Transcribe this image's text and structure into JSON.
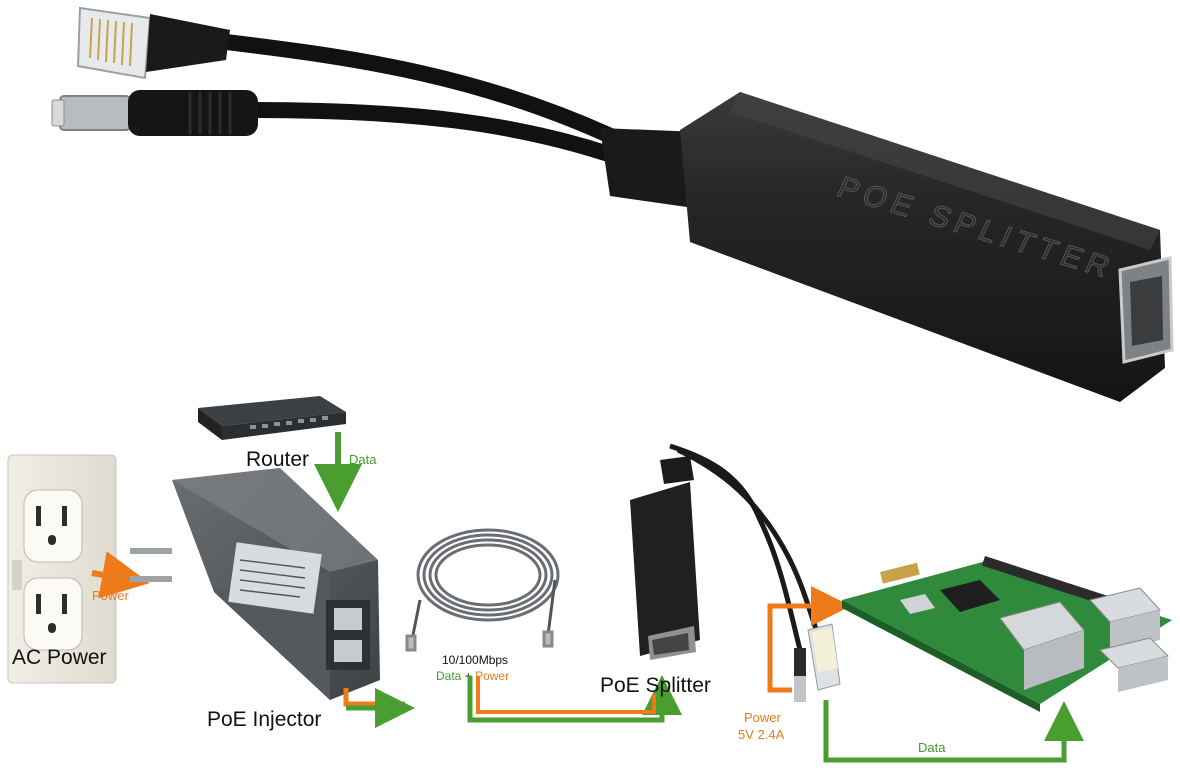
{
  "product": {
    "embossed_text": "POE SPLITTER",
    "color_body": "#1e1e1e"
  },
  "labels": {
    "router": "Router",
    "router_data": "Data",
    "ac_power": "AC Power",
    "power_arrow": "Power",
    "injector": "PoE Injector",
    "cable_speed": "10/100Mbps",
    "cable_data": "Data",
    "cable_plus": "+",
    "cable_power": "Power",
    "splitter": "PoE Splitter",
    "out_power": "Power",
    "out_spec": "5V 2.4A",
    "out_data": "Data"
  },
  "colors": {
    "data_arrow": "#4a9e2f",
    "power_arrow": "#ee7a1a"
  }
}
